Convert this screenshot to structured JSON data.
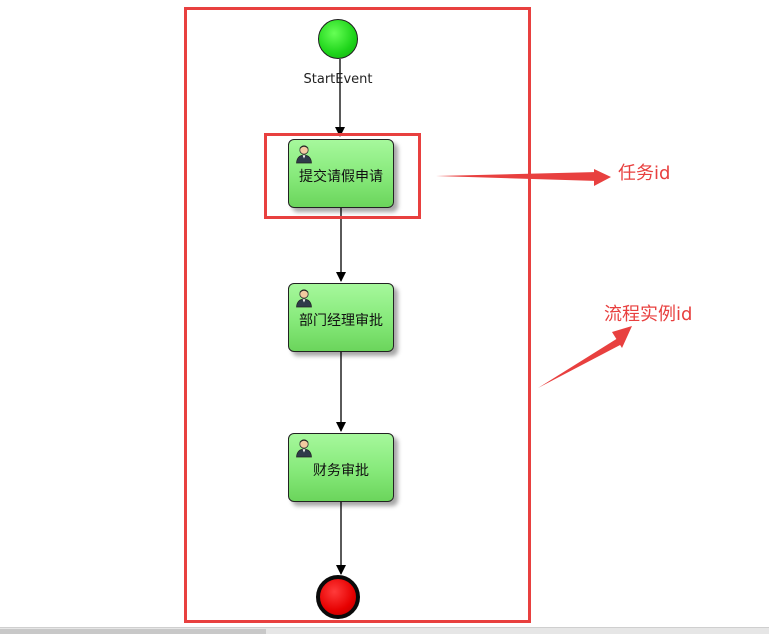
{
  "diagram": {
    "start_event": {
      "label": "StartEvent",
      "color": "#1ed41a"
    },
    "tasks": [
      {
        "label": "提交请假申请",
        "icon": "user-icon"
      },
      {
        "label": "部门经理审批",
        "icon": "user-icon"
      },
      {
        "label": "财务审批",
        "icon": "user-icon"
      }
    ],
    "end_event": {
      "color": "#e60000"
    },
    "task_fill": "#8ef082"
  },
  "annotations": {
    "task_id_label": "任务id",
    "process_instance_id_label": "流程实例id",
    "color": "#e8403f"
  }
}
